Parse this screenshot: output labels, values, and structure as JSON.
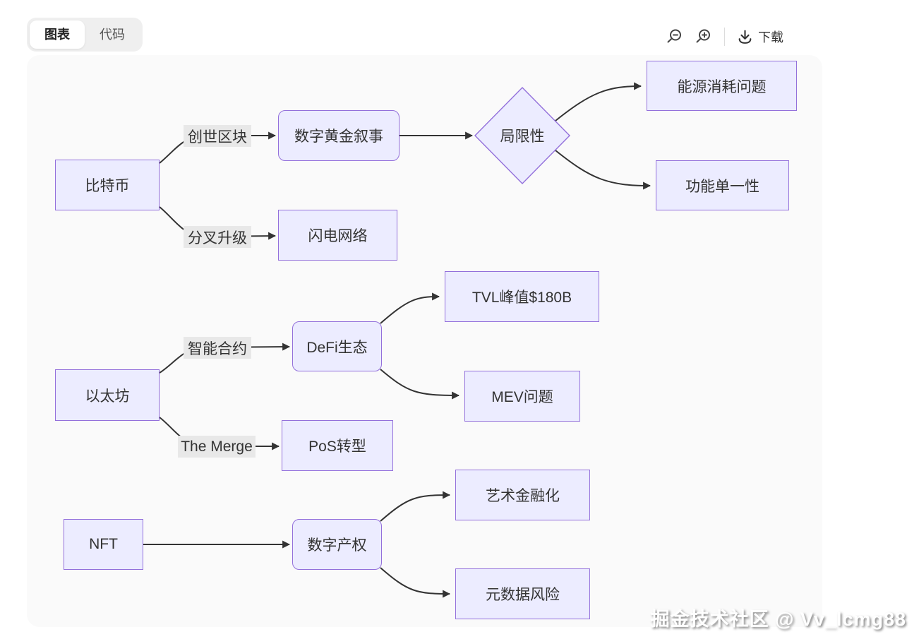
{
  "toolbar": {
    "tabs": [
      {
        "label": "图表",
        "active": true
      },
      {
        "label": "代码",
        "active": false
      }
    ],
    "icons": {
      "zoom_out": "magnifier-minus-icon",
      "zoom_in": "magnifier-plus-icon",
      "download": "download-icon"
    },
    "download_label": "下载"
  },
  "diagram": {
    "nodes": {
      "bitcoin": {
        "label": "比特币",
        "shape": "rect"
      },
      "digital_gold": {
        "label": "数字黄金叙事",
        "shape": "rounded"
      },
      "limitation": {
        "label": "局限性",
        "shape": "diamond"
      },
      "energy": {
        "label": "能源消耗问题",
        "shape": "rect"
      },
      "single_function": {
        "label": "功能单一性",
        "shape": "rect"
      },
      "lightning": {
        "label": "闪电网络",
        "shape": "rect"
      },
      "ethereum": {
        "label": "以太坊",
        "shape": "rect"
      },
      "defi": {
        "label": "DeFi生态",
        "shape": "rounded"
      },
      "tvl": {
        "label": "TVL峰值$180B",
        "shape": "rect"
      },
      "mev": {
        "label": "MEV问题",
        "shape": "rect"
      },
      "pos": {
        "label": "PoS转型",
        "shape": "rect"
      },
      "nft": {
        "label": "NFT",
        "shape": "rect"
      },
      "property": {
        "label": "数字产权",
        "shape": "rounded"
      },
      "art": {
        "label": "艺术金融化",
        "shape": "rect"
      },
      "metadata": {
        "label": "元数据风险",
        "shape": "rect"
      }
    },
    "edges": [
      {
        "from": "bitcoin",
        "to": "digital_gold",
        "label": "创世区块"
      },
      {
        "from": "bitcoin",
        "to": "lightning",
        "label": "分叉升级"
      },
      {
        "from": "digital_gold",
        "to": "limitation",
        "label": ""
      },
      {
        "from": "limitation",
        "to": "energy",
        "label": ""
      },
      {
        "from": "limitation",
        "to": "single_function",
        "label": ""
      },
      {
        "from": "ethereum",
        "to": "defi",
        "label": "智能合约"
      },
      {
        "from": "ethereum",
        "to": "pos",
        "label": "The Merge"
      },
      {
        "from": "defi",
        "to": "tvl",
        "label": ""
      },
      {
        "from": "defi",
        "to": "mev",
        "label": ""
      },
      {
        "from": "nft",
        "to": "property",
        "label": ""
      },
      {
        "from": "property",
        "to": "art",
        "label": ""
      },
      {
        "from": "property",
        "to": "metadata",
        "label": ""
      }
    ]
  },
  "colors": {
    "node_fill": "#ECECFF",
    "node_border": "#9370DB",
    "edge_line": "#333333",
    "edge_label_bg": "#E8E8E8",
    "canvas_bg": "#FAFAFA",
    "tabs_bg": "#EFEFEF"
  },
  "watermark": {
    "text": "掘金技术社区 @ Vv_lcmg88"
  }
}
